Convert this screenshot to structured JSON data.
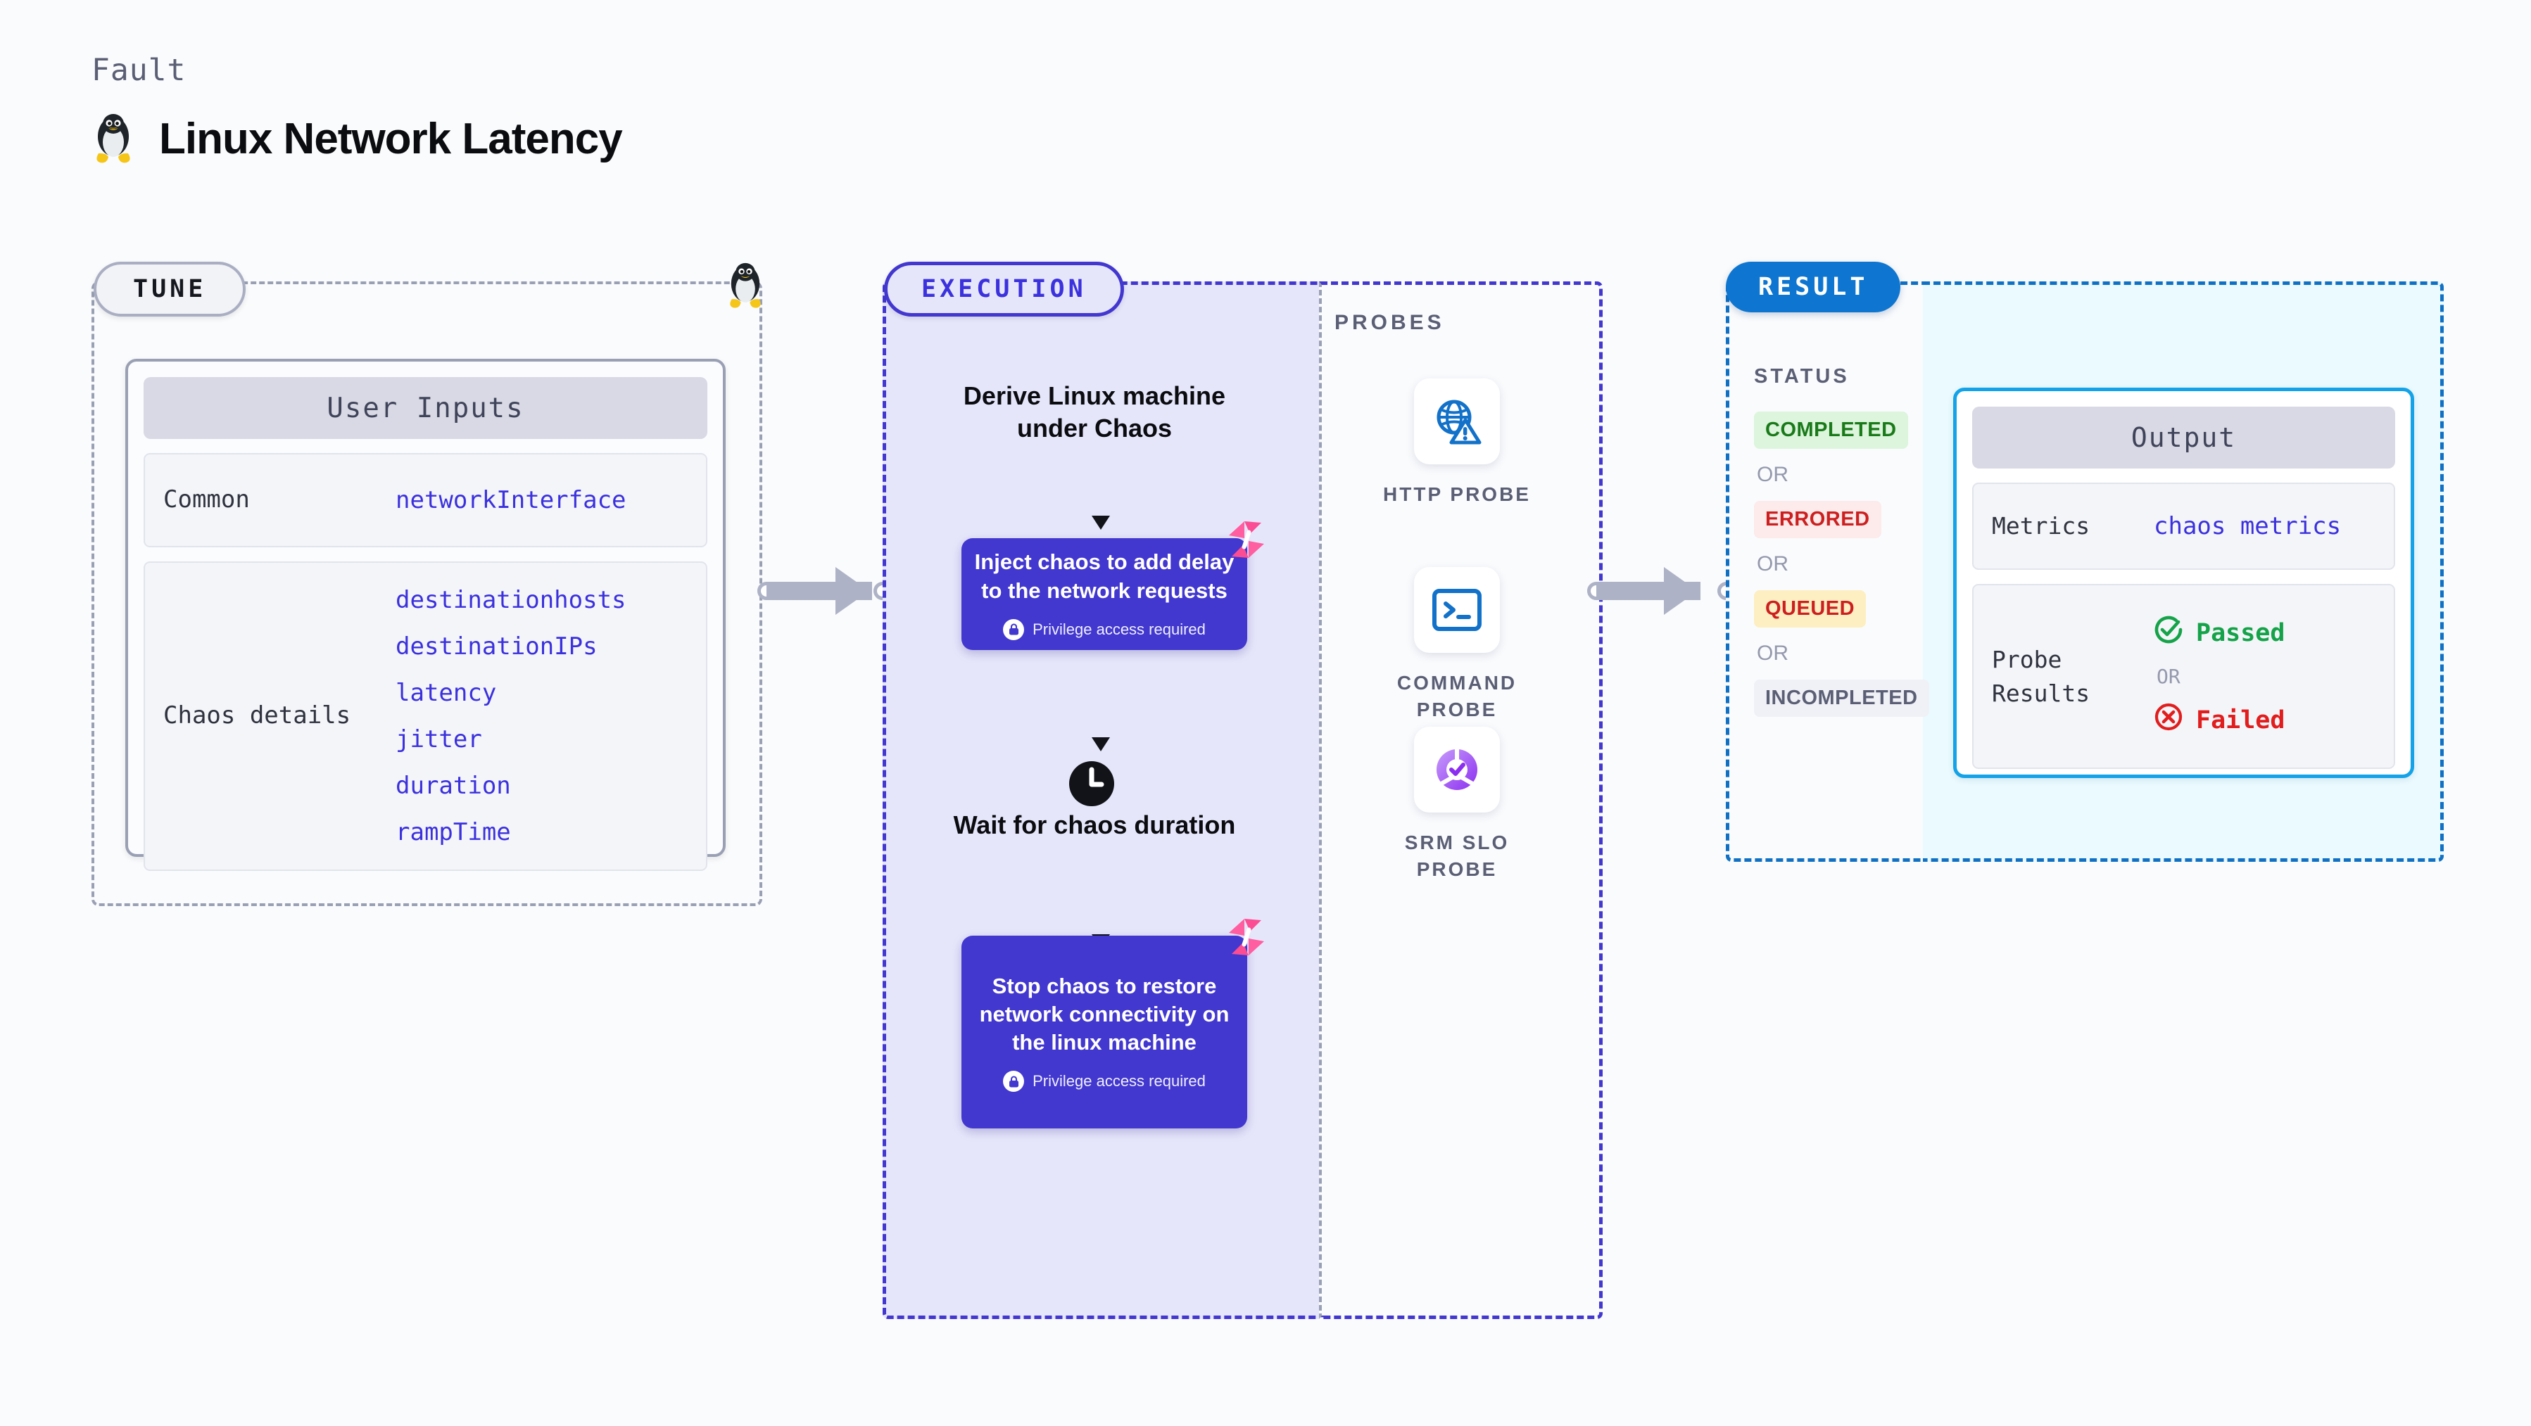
{
  "header": {
    "eyebrow": "Fault",
    "title": "Linux Network Latency",
    "icon": "linux-penguin-icon"
  },
  "tune": {
    "pill_label": "TUNE",
    "edge_icon": "linux-penguin-icon",
    "card": {
      "header": "User Inputs",
      "rows": [
        {
          "key": "Common",
          "values": [
            "networkInterface"
          ]
        },
        {
          "key": "Chaos details",
          "values": [
            "destinationhosts",
            "destinationIPs",
            "latency",
            "jitter",
            "duration",
            "rampTime"
          ]
        }
      ]
    }
  },
  "execution": {
    "pill_label": "EXECUTION",
    "steps": {
      "derive": "Derive Linux machine under Chaos",
      "inject": "Inject chaos to add delay to the network requests",
      "wait": "Wait for chaos duration",
      "stop": "Stop chaos to restore network connectivity on the linux machine"
    },
    "privilege_note": "Privilege access required",
    "clock_icon": "clock-icon",
    "badge_icon": "harness-logo-icon"
  },
  "probes": {
    "title": "PROBES",
    "items": [
      {
        "label": "HTTP PROBE",
        "icon": "globe-warning-icon"
      },
      {
        "label": "COMMAND PROBE",
        "icon": "terminal-prompt-icon"
      },
      {
        "label": "SRM SLO PROBE",
        "icon": "slo-donut-check-icon"
      }
    ]
  },
  "result": {
    "pill_label": "RESULT",
    "status_title": "STATUS",
    "or_label": "OR",
    "statuses": [
      {
        "label": "COMPLETED",
        "bg": "#dcf5dc",
        "fg": "#1a7a1a"
      },
      {
        "label": "ERRORED",
        "bg": "#fdeaea",
        "fg": "#cc2020"
      },
      {
        "label": "QUEUED",
        "bg": "#fdefc2",
        "fg": "#cc2020"
      },
      {
        "label": "INCOMPLETED",
        "bg": "#f0f1f6",
        "fg": "#5b5f75"
      }
    ],
    "output": {
      "header": "Output",
      "metrics_key": "Metrics",
      "metrics_value": "chaos metrics",
      "probe_results_key": "Probe Results",
      "passed_label": "Passed",
      "failed_label": "Failed",
      "or_label": "OR",
      "passed_icon": "check-circle-icon",
      "failed_icon": "x-circle-icon"
    }
  },
  "colors": {
    "primary_purple": "#4237cf",
    "link_blue": "#3b31dd",
    "result_blue": "#0e76d0",
    "output_cyan": "#14a3e8",
    "harness_pink": "#ff5ea0",
    "passed_green": "#15a349",
    "failed_red": "#e11d1d"
  }
}
